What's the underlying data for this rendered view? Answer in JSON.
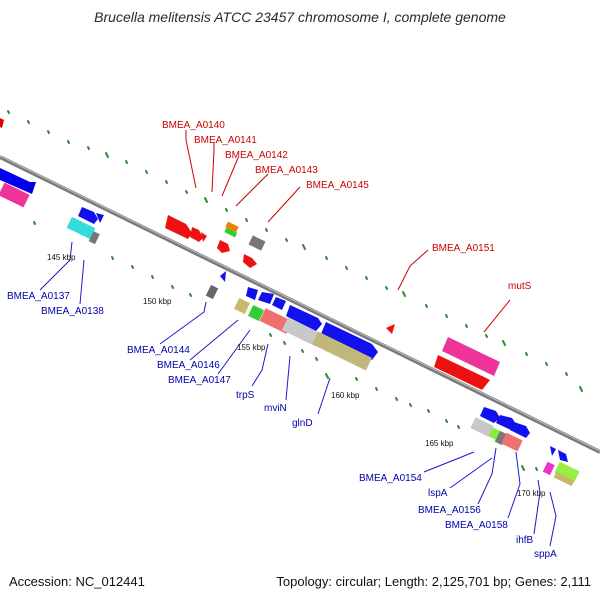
{
  "title": "Brucella melitensis ATCC 23457 chromosome I, complete genome",
  "footer": {
    "accession": "Accession: NC_012441",
    "topology": "Topology: circular; Length: 2,125,701 bp; Genes: 2,111"
  },
  "colors": {
    "top_strand_label": "#cc0000",
    "bottom_strand_label": "#0000aa",
    "backbone": "#808080",
    "ticks": "#2e8b2e"
  },
  "kbp_labels": [
    "145 kbp",
    "150 kbp",
    "155 kbp",
    "160 kbp",
    "165 kbp",
    "170 kbp"
  ],
  "genes_top": [
    "BMEA_A0140",
    "BMEA_A0141",
    "BMEA_A0142",
    "BMEA_A0143",
    "BMEA_A0145",
    "BMEA_A0151",
    "mutS"
  ],
  "genes_bottom": [
    "BMEA_A0137",
    "BMEA_A0138",
    "BMEA_A0144",
    "BMEA_A0146",
    "BMEA_A0147",
    "trpS",
    "mviN",
    "glnD",
    "BMEA_A0154",
    "lspA",
    "BMEA_A0156",
    "BMEA_A0158",
    "ihfB",
    "sppA"
  ]
}
